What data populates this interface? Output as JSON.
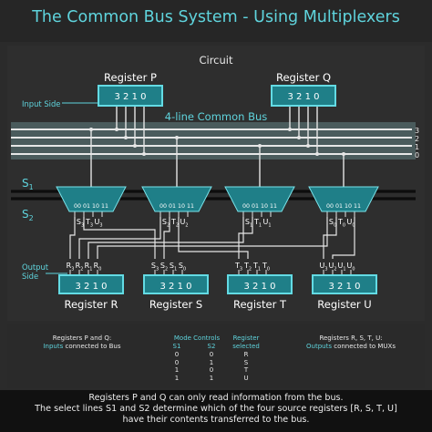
{
  "title": "The Common Bus System - Using Multiplexers",
  "circuit": {
    "label": "Circuit",
    "bus_label": "4-line Common Bus",
    "input_side_label": "Input Side",
    "output_side_label_1": "Output",
    "output_side_label_2": "Side",
    "bus_lines": [
      "3",
      "2",
      "1",
      "0"
    ],
    "select_lines": [
      {
        "main": "S",
        "sub": "1"
      },
      {
        "main": "S",
        "sub": "2"
      }
    ],
    "bit_box": "3 2 1 0",
    "inputs_top": [
      {
        "name": "Register P"
      },
      {
        "name": "Register Q"
      }
    ],
    "muxes": [
      {
        "code": "00 01 10 11",
        "inputs": [
          {
            "b": "S",
            "s": "3"
          },
          {
            "b": "T",
            "s": "3"
          },
          {
            "b": "U",
            "s": "3"
          }
        ]
      },
      {
        "code": "00 01 10 11",
        "inputs": [
          {
            "b": "S",
            "s": "2"
          },
          {
            "b": "T",
            "s": "2"
          },
          {
            "b": "U",
            "s": "2"
          }
        ]
      },
      {
        "code": "00 01 10 11",
        "inputs": [
          {
            "b": "S",
            "s": "1"
          },
          {
            "b": "T",
            "s": "1"
          },
          {
            "b": "U",
            "s": "1"
          }
        ]
      },
      {
        "code": "00 01 10 11",
        "inputs": [
          {
            "b": "S",
            "s": "0"
          },
          {
            "b": "T",
            "s": "0"
          },
          {
            "b": "U",
            "s": "0"
          }
        ]
      }
    ],
    "outputs": [
      {
        "name": "Register R",
        "pins": [
          {
            "b": "R",
            "s": "3"
          },
          {
            "b": "R",
            "s": "2"
          },
          {
            "b": "R",
            "s": "1"
          },
          {
            "b": "R",
            "s": "0"
          }
        ]
      },
      {
        "name": "Register S",
        "pins": [
          {
            "b": "S",
            "s": "3"
          },
          {
            "b": "S",
            "s": "2"
          },
          {
            "b": "S",
            "s": "1"
          },
          {
            "b": "S",
            "s": "0"
          }
        ]
      },
      {
        "name": "Register T",
        "pins": [
          {
            "b": "T",
            "s": "3"
          },
          {
            "b": "T",
            "s": "2"
          },
          {
            "b": "T",
            "s": "1"
          },
          {
            "b": "T",
            "s": "0"
          }
        ]
      },
      {
        "name": "Register U",
        "pins": [
          {
            "b": "U",
            "s": "3"
          },
          {
            "b": "U",
            "s": "2"
          },
          {
            "b": "U",
            "s": "1"
          },
          {
            "b": "U",
            "s": "0"
          }
        ]
      }
    ]
  },
  "legend": {
    "pq_title": "Registers P and Q:",
    "pq_highlight": "Inputs",
    "pq_rest": " connected to Bus",
    "mode_title": "Mode Controls",
    "s1_header": "S1",
    "s2_header": "S2",
    "s1_values": [
      "0",
      "0",
      "1",
      "1"
    ],
    "s2_values": [
      "0",
      "1",
      "0",
      "1"
    ],
    "reg_title_1": "Register",
    "reg_title_2": "selected",
    "reg_values": [
      "R",
      "S",
      "T",
      "U"
    ],
    "rstu_title": "Registers R, S, T, U:",
    "rstu_highlight": "Outputs",
    "rstu_rest": " connected to MUXs"
  },
  "note": {
    "line1": "Registers P and Q can only read information from the bus.",
    "line2": "The select lines S1 and S2 determine which of the four source registers [R, S, T, U]",
    "line3": "have their contents transferred to the bus."
  },
  "colors": {
    "accent": "#5fd4dd",
    "register_fill": "#1f7f88",
    "register_border": "#63dbe4",
    "mux_fill": "#1f7f88",
    "bus_band": "#4a5b5c",
    "wire": "#e6e6e6",
    "select_wire": "#0d0d0d"
  }
}
